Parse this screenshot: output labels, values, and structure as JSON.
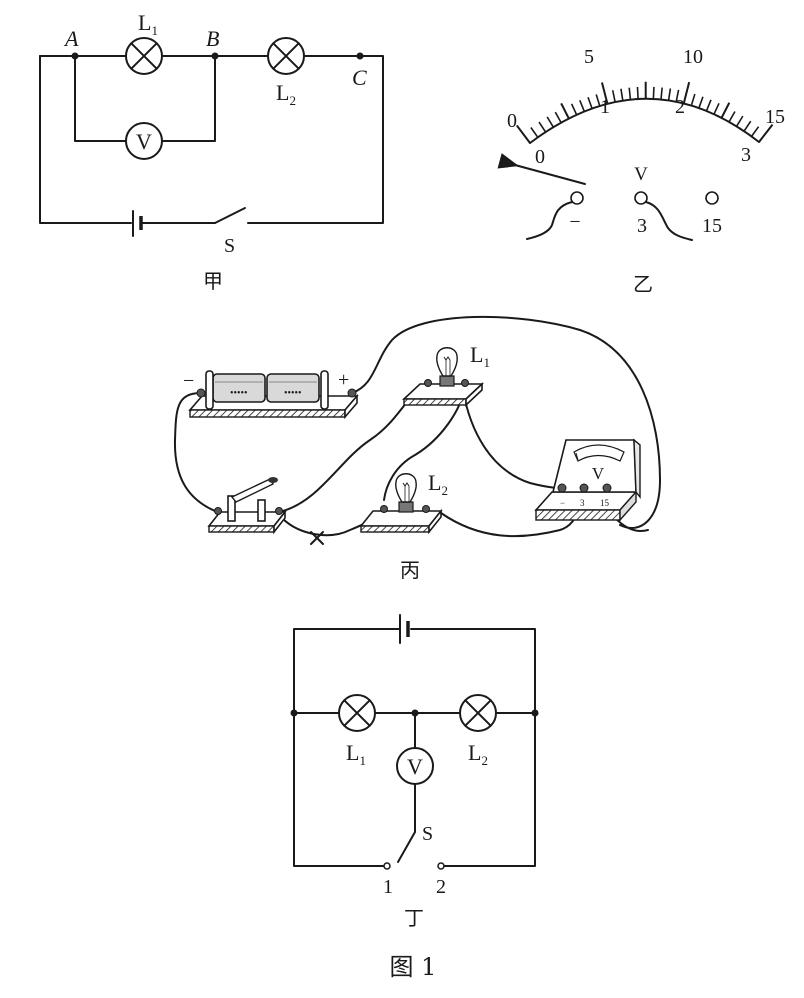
{
  "figure": {
    "caption": "图 1",
    "subfigures": {
      "jia": {
        "label": "甲",
        "nodes": {
          "a": "A",
          "b": "B",
          "c": "C"
        },
        "lamp1": {
          "main": "L",
          "sub": "1"
        },
        "lamp2": {
          "main": "L",
          "sub": "2"
        },
        "voltmeter": "V",
        "switch": "S"
      },
      "yi": {
        "label": "乙",
        "meter_symbol": "V",
        "outer_scale": [
          "0",
          "5",
          "10",
          "15"
        ],
        "inner_scale": [
          "0",
          "1",
          "2",
          "3"
        ],
        "terminals": [
          "−",
          "3",
          "15"
        ],
        "needle_state": "deflected left of zero"
      },
      "bing": {
        "label": "丙",
        "battery_neg": "−",
        "battery_pos": "+",
        "lamp1": {
          "main": "L",
          "sub": "1"
        },
        "lamp2": {
          "main": "L",
          "sub": "2"
        },
        "voltmeter": "V",
        "voltmeter_terminals": [
          "−",
          "3",
          "15"
        ],
        "fault_mark": "×"
      },
      "ding": {
        "label": "丁",
        "lamp1": {
          "main": "L",
          "sub": "1"
        },
        "lamp2": {
          "main": "L",
          "sub": "2"
        },
        "voltmeter": "V",
        "switch": "S",
        "contacts": [
          "1",
          "2"
        ]
      }
    }
  }
}
